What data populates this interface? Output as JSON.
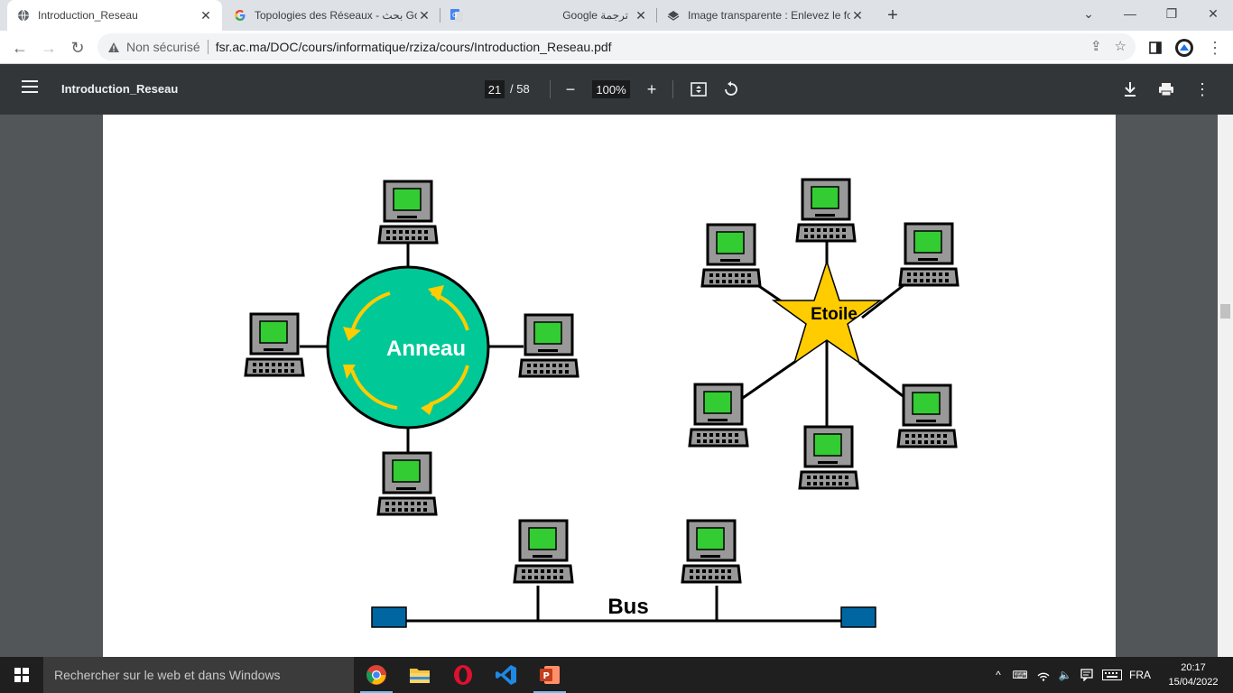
{
  "tabs": [
    {
      "label": "Introduction_Reseau",
      "icon": "globe-icon",
      "active": true
    },
    {
      "label": "Topologies des Réseaux - بحث Go",
      "icon": "google-g-icon",
      "active": false
    },
    {
      "label": "Google ترجمة",
      "icon": "google-translate-icon",
      "active": false
    },
    {
      "label": "Image transparente : Enlevez le fo",
      "icon": "remove-bg-icon",
      "active": false
    }
  ],
  "address": {
    "security_label": "Non sécurisé",
    "url": "fsr.ac.ma/DOC/cours/informatique/rziza/cours/Introduction_Reseau.pdf"
  },
  "pdf_toolbar": {
    "title": "Introduction_Reseau",
    "current_page": "21",
    "total_pages": "/  58",
    "zoom": "100%"
  },
  "diagram": {
    "ring_label": "Anneau",
    "star_label": "Etoile",
    "bus_label": "Bus",
    "colors": {
      "ring": "#00c897",
      "star": "#ffcc00",
      "screen": "#33cc33",
      "computer": "#999999",
      "terminator": "#0066a1",
      "arrow": "#ffcc00"
    }
  },
  "taskbar": {
    "search_placeholder": "Rechercher sur le web et dans Windows",
    "language": "FRA",
    "time": "20:17",
    "date": "15/04/2022",
    "apps": [
      "chrome-icon",
      "file-explorer-icon",
      "opera-icon",
      "vscode-icon",
      "powerpoint-icon"
    ]
  }
}
